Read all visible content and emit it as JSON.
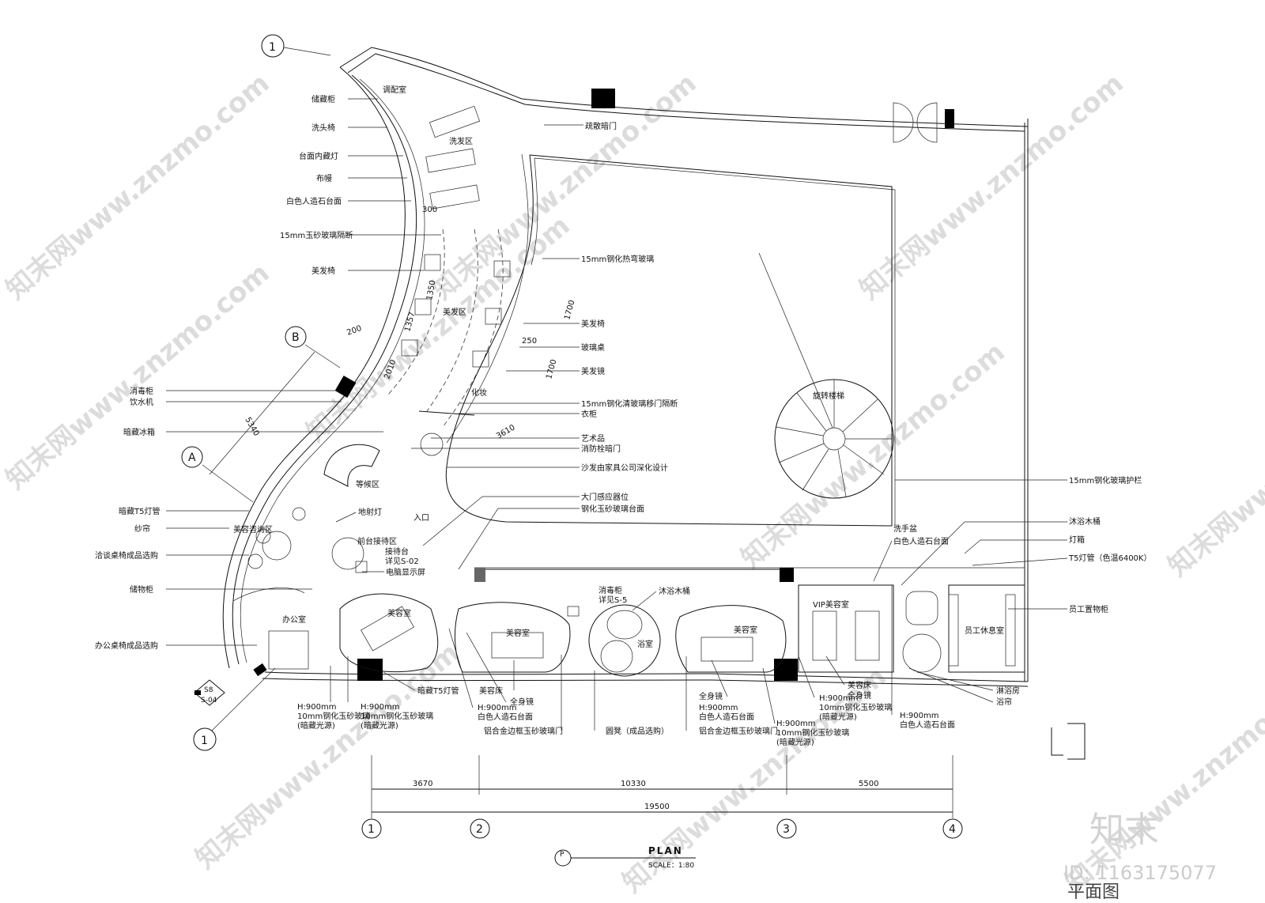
{
  "drawing": {
    "title": "PLAN",
    "scale": "SCALE：1:80",
    "title_cn": "平面图",
    "p_symbol": "P"
  },
  "grid_marks": {
    "top_left": "1",
    "b": "B",
    "a": "A",
    "bottom_left": "1",
    "section_tag_top": "S8",
    "section_tag_bottom": "S-04",
    "axis_1": "1",
    "axis_2": "2",
    "axis_3": "3",
    "axis_4": "4"
  },
  "dimensions": {
    "d300": "300",
    "d1350": "1350",
    "d1357": "1357",
    "d200": "200",
    "d2010": "2010",
    "d5340": "5340",
    "d1700a": "1700",
    "d250": "250",
    "d1700b": "1700",
    "d3610": "3610",
    "d3670": "3670",
    "d10330": "10330",
    "d5500": "5500",
    "d19500": "19500"
  },
  "rooms": {
    "tiaopei": "调配室",
    "xifa": "洗发区",
    "meifa": "美发区",
    "huazhuang": "化妆",
    "denghou": "等候区",
    "rukou": "入口",
    "zixun": "美容咨询区",
    "qiantai": "前台接待区",
    "bangong": "办公室",
    "meirong1": "美容室",
    "meirong2": "美容室",
    "yushi": "浴室",
    "meirong3": "美容室",
    "vip": "VIP美容室",
    "yuangong": "员工休息室",
    "louti": "旋转楼梯"
  },
  "labels_left": [
    "储藏柜",
    "洗头椅",
    "台面内藏灯",
    "布幔",
    "白色人造石台面",
    "15mm玉砂玻璃隔断",
    "美发椅",
    "消毒柜",
    "饮水机",
    "暗藏冰箱",
    "暗藏T5灯管",
    "纱帘",
    "洽谈桌椅成品选购",
    "储物柜",
    "办公桌椅成品选购"
  ],
  "labels_right": [
    "疏散暗门",
    "15mm钢化热弯玻璃",
    "美发椅",
    "玻璃桌",
    "美发镜",
    "15mm钢化清玻璃移门隔断",
    "衣柜",
    "艺术品",
    "消防栓暗门",
    "沙发由家具公司深化设计",
    "大门感应器位",
    "钢化玉砂玻璃台面",
    "15mm钢化玻璃护栏",
    "地射灯",
    "接待台",
    "详见S-02",
    "电脑显示屏"
  ],
  "labels_bottom": {
    "disinfect": "消毒柜",
    "disinfect_ref": "详见S-5",
    "tub1": "沐浴木桶",
    "tub2": "沐浴木桶",
    "basin": "洗手盆",
    "stone_top": "白色人造石台面",
    "lightbox": "灯箱",
    "t5": "T5灯管（色温6400K）",
    "staff_cabinet": "员工置物柜",
    "t5_hidden": "暗藏T5灯管",
    "bed1": "美容床",
    "mirror1": "全身镜",
    "h900_a": "H:900mm",
    "glass10_a": "10mm钢化玉砂玻璃",
    "hidden_a": "(暗藏光源)",
    "h900_b": "H:900mm",
    "glass10_b": "10mm钢化玉砂玻璃",
    "hidden_b": "(暗藏光源)",
    "h900_c": "H:900mm",
    "stone_c": "白色人造石台面",
    "alu_door1": "铝合金边框玉砂玻璃门",
    "round_stool": "圆凳（成品选购）",
    "mirror2": "全身镜",
    "h900_d": "H:900mm",
    "stone_d": "白色人造石台面",
    "alu_door2": "铝合金边框玉砂玻璃门",
    "h900_e": "H:900mm",
    "glass10_e": "10mm钢化玉砂玻璃",
    "hidden_e": "(暗藏光源)",
    "bed2": "美容床",
    "mirror3": "全身镜",
    "h900_f": "H:900mm",
    "glass10_f": "10mm钢化玉砂玻璃",
    "hidden_f": "(暗藏光源)",
    "h900_g": "H:900mm",
    "stone_g": "白色人造石台面",
    "shower": "淋浴房",
    "curtain": "浴帘"
  },
  "watermarks": {
    "text": "知末网www.znzmo.com",
    "brand": "知末",
    "id": "ID: 1163175077"
  },
  "colors": {
    "line": "#111111",
    "watermark": "#d9d9d9",
    "fill_dark": "#000000"
  }
}
